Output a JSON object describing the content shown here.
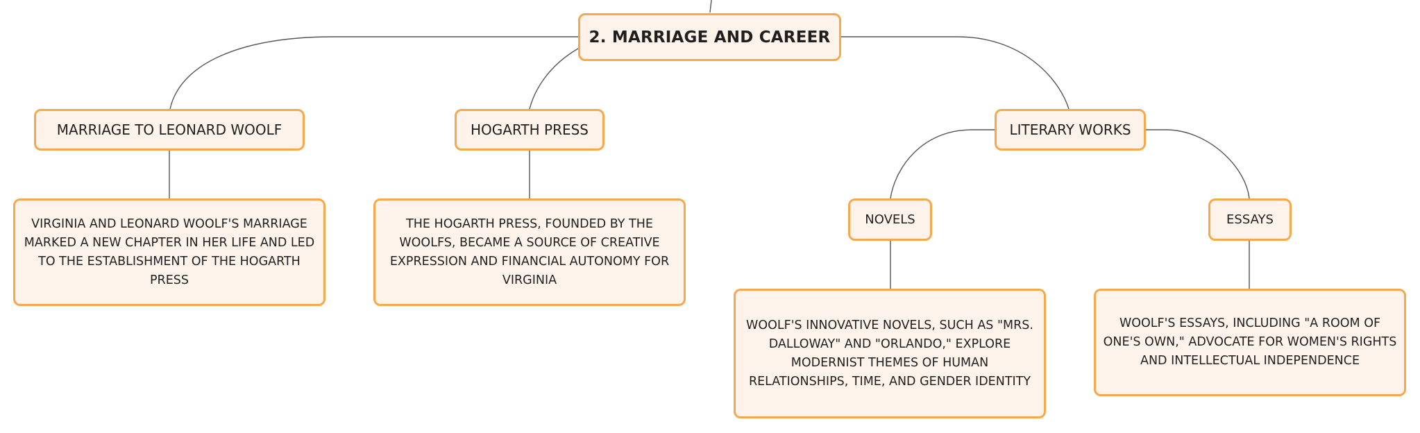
{
  "root": {
    "label": "2. MARRIAGE AND CAREER"
  },
  "branches": {
    "marriage": {
      "label": "MARRIAGE TO LEONARD WOOLF",
      "detail": "VIRGINIA AND LEONARD WOOLF'S MARRIAGE MARKED A NEW CHAPTER IN HER LIFE AND LED TO THE ESTABLISHMENT OF THE HOGARTH PRESS"
    },
    "hogarth": {
      "label": "HOGARTH PRESS",
      "detail": "THE HOGARTH PRESS, FOUNDED BY THE WOOLFS, BECAME A SOURCE OF CREATIVE EXPRESSION AND FINANCIAL AUTONOMY FOR VIRGINIA"
    },
    "literary": {
      "label": "LITERARY WORKS",
      "novels": {
        "label": "NOVELS",
        "detail": "WOOLF'S INNOVATIVE NOVELS, SUCH AS \"MRS. DALLOWAY\" AND \"ORLANDO,\" EXPLORE MODERNIST THEMES OF HUMAN RELATIONSHIPS, TIME, AND GENDER IDENTITY"
      },
      "essays": {
        "label": "ESSAYS",
        "detail": "WOOLF'S ESSAYS, INCLUDING \"A ROOM OF ONE'S OWN,\" ADVOCATE FOR WOMEN'S RIGHTS AND INTELLECTUAL INDEPENDENCE"
      }
    }
  },
  "colors": {
    "node_fill": "#fdf3ea",
    "node_border": "#f5a94c",
    "connector": "#555555",
    "text": "#1f1f1f"
  }
}
